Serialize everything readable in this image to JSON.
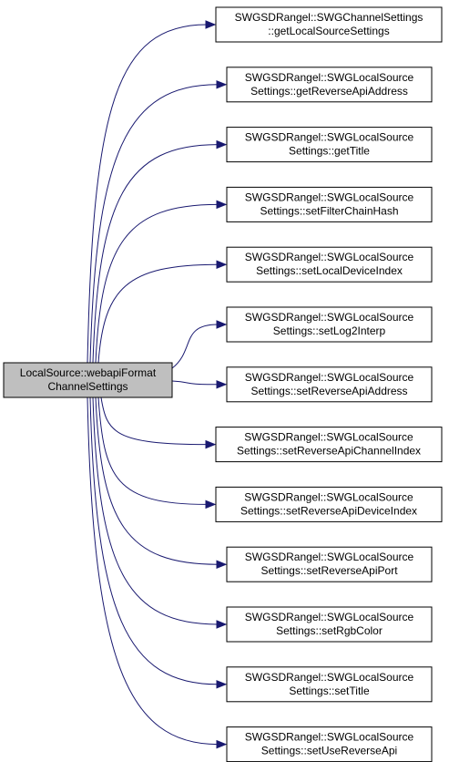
{
  "source": {
    "line1": "LocalSource::webapiFormat",
    "line2": "ChannelSettings"
  },
  "targets": [
    {
      "line1": "SWGSDRangel::SWGChannelSettings",
      "line2": "::getLocalSourceSettings"
    },
    {
      "line1": "SWGSDRangel::SWGLocalSource",
      "line2": "Settings::getReverseApiAddress"
    },
    {
      "line1": "SWGSDRangel::SWGLocalSource",
      "line2": "Settings::getTitle"
    },
    {
      "line1": "SWGSDRangel::SWGLocalSource",
      "line2": "Settings::setFilterChainHash"
    },
    {
      "line1": "SWGSDRangel::SWGLocalSource",
      "line2": "Settings::setLocalDeviceIndex"
    },
    {
      "line1": "SWGSDRangel::SWGLocalSource",
      "line2": "Settings::setLog2Interp"
    },
    {
      "line1": "SWGSDRangel::SWGLocalSource",
      "line2": "Settings::setReverseApiAddress"
    },
    {
      "line1": "SWGSDRangel::SWGLocalSource",
      "line2": "Settings::setReverseApiChannelIndex"
    },
    {
      "line1": "SWGSDRangel::SWGLocalSource",
      "line2": "Settings::setReverseApiDeviceIndex"
    },
    {
      "line1": "SWGSDRangel::SWGLocalSource",
      "line2": "Settings::setReverseApiPort"
    },
    {
      "line1": "SWGSDRangel::SWGLocalSource",
      "line2": "Settings::setRgbColor"
    },
    {
      "line1": "SWGSDRangel::SWGLocalSource",
      "line2": "Settings::setTitle"
    },
    {
      "line1": "SWGSDRangel::SWGLocalSource",
      "line2": "Settings::setUseReverseApi"
    }
  ]
}
